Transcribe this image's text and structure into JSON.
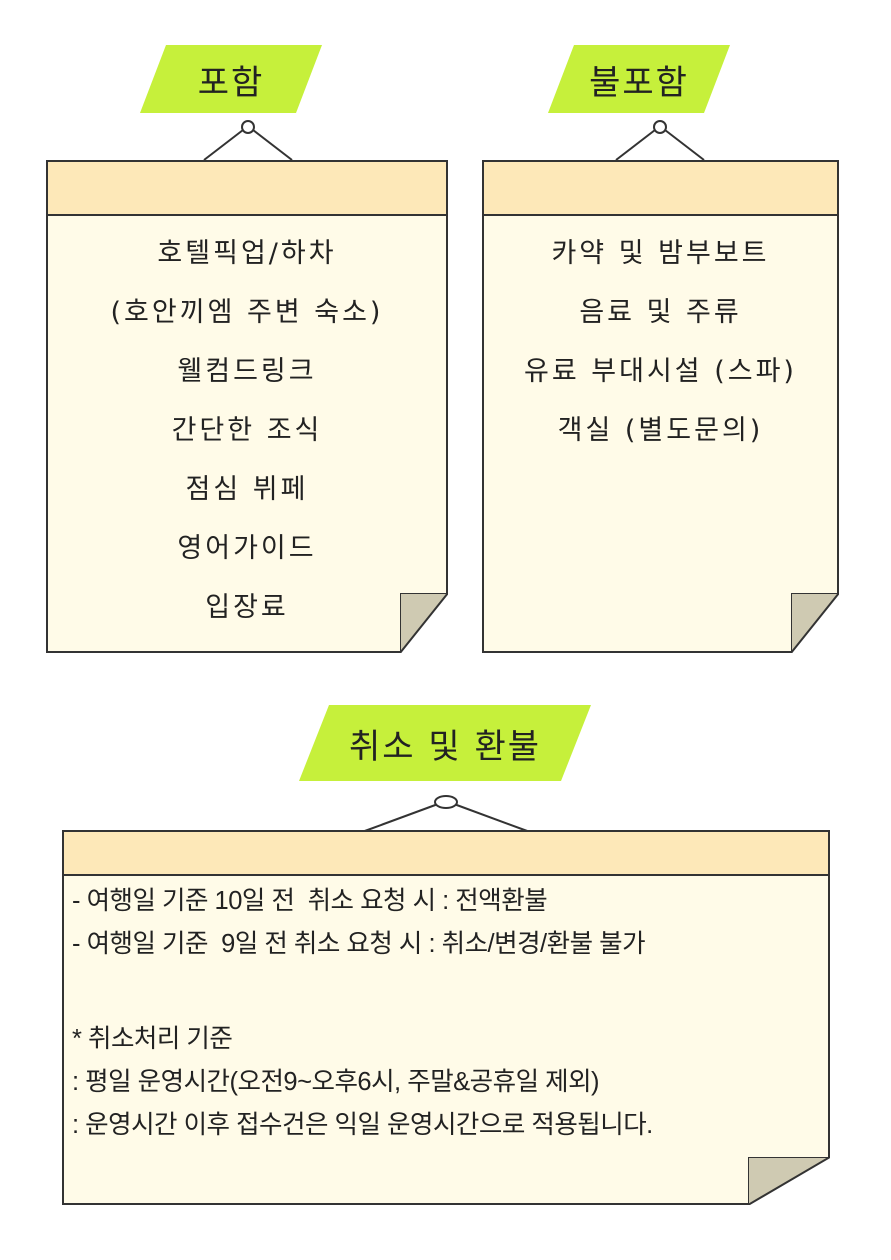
{
  "included": {
    "label": "포함",
    "items": [
      "호텔픽업/하차",
      "(호안끼엠 주변 숙소)",
      "웰컴드링크",
      "간단한 조식",
      "점심 뷔페",
      "영어가이드",
      "입장료"
    ]
  },
  "excluded": {
    "label": "불포함",
    "items": [
      "카약 및 밤부보트",
      "음료 및 주류",
      "유료 부대시설 (스파)",
      "객실 (별도문의)"
    ]
  },
  "cancellation": {
    "label": "취소 및 환불",
    "lines": [
      "- 여행일 기준 10일 전  취소 요청 시 : 전액환불",
      "- 여행일 기준  9일 전 취소 요청 시 : 취소/변경/환불 불가",
      "",
      "* 취소처리 기준",
      ": 평일 운영시간(오전9~오후6시, 주말&공휴일 제외)",
      ": 운영시간 이후 접수건은 익일 운영시간으로 적용됩니다."
    ]
  },
  "colors": {
    "tag_green": "#c6f03b",
    "board_fill": "#fffbe8",
    "board_header": "#fde8b8",
    "fold": "#cfcab2"
  }
}
